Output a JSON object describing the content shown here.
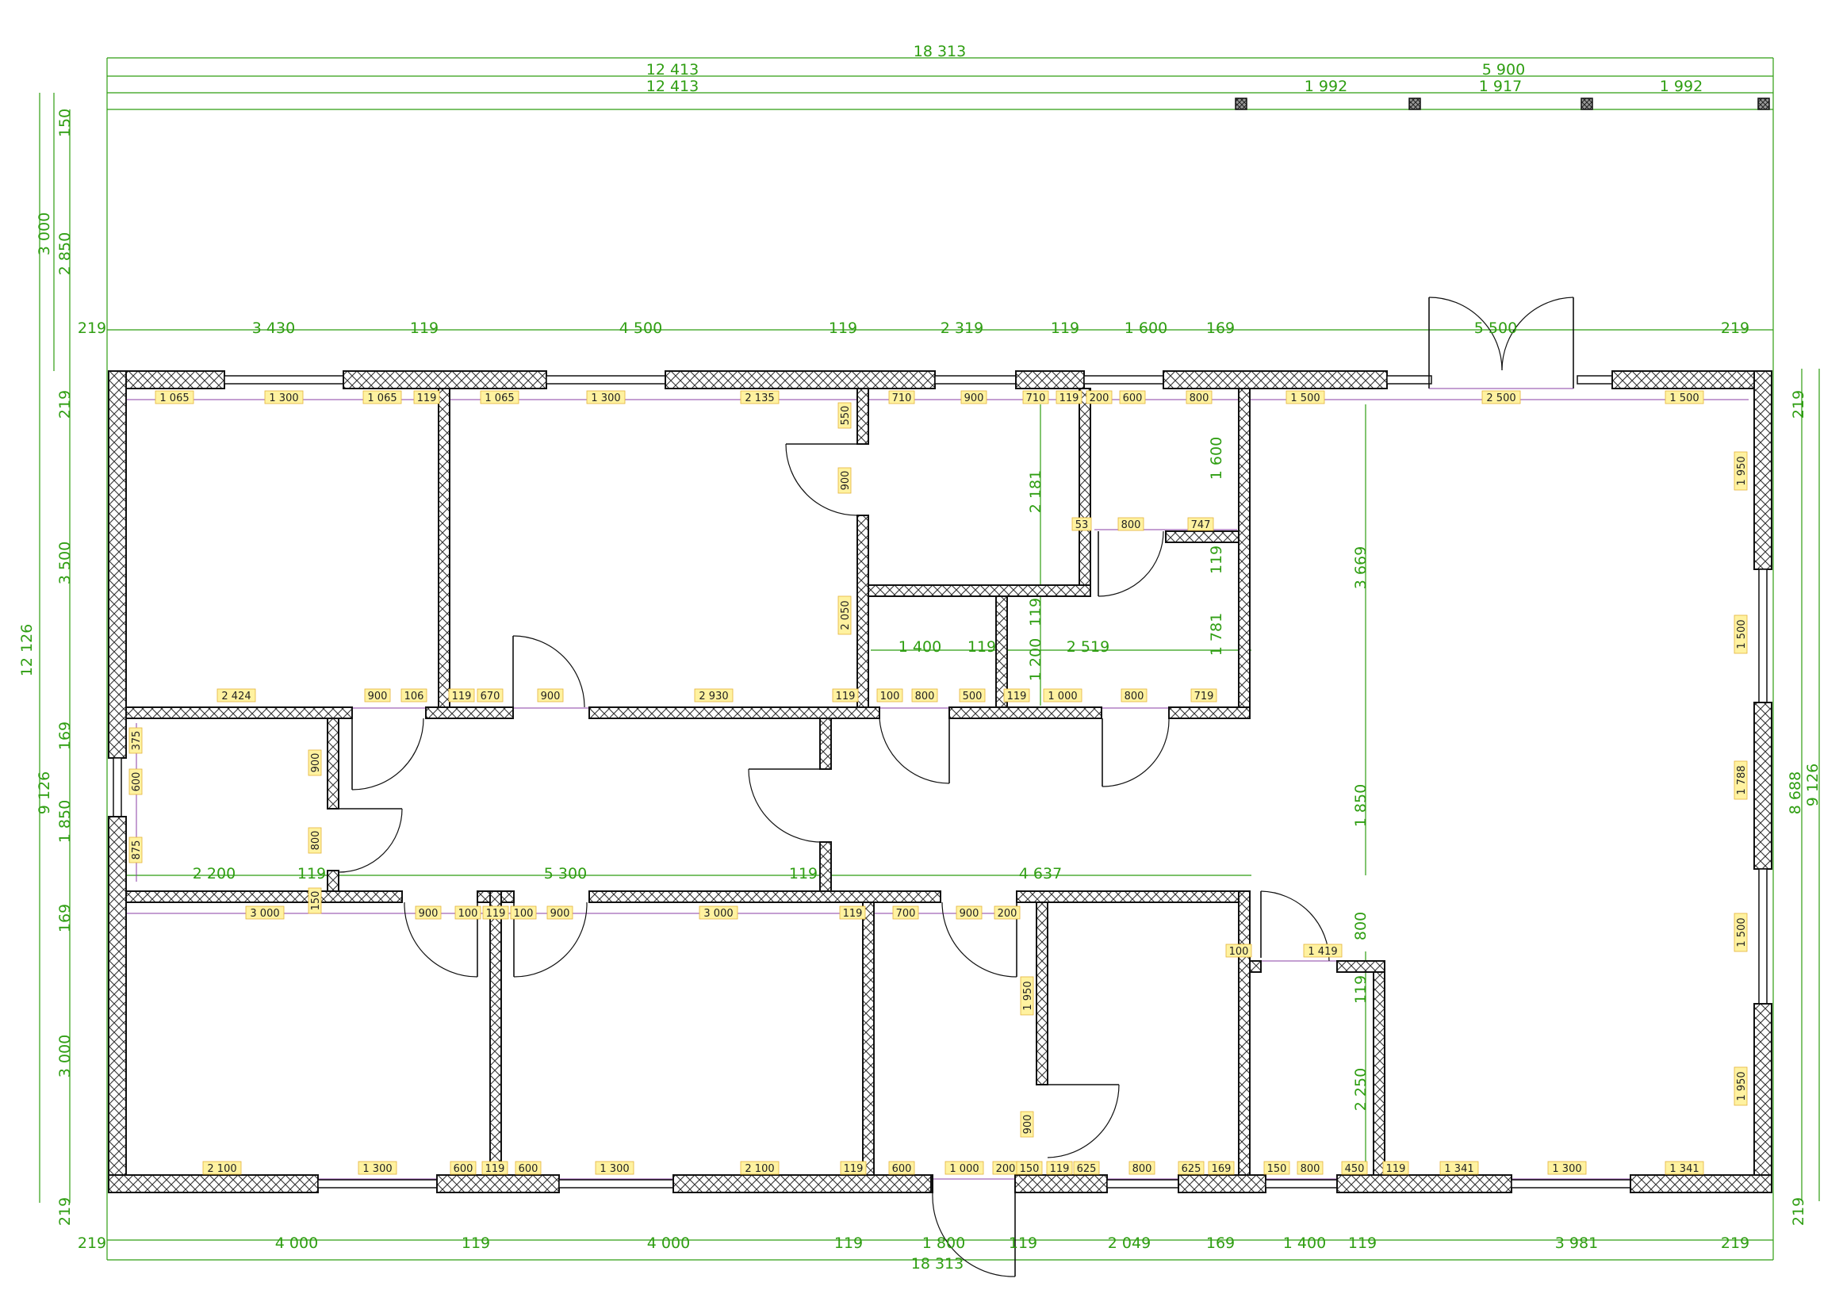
{
  "overall": {
    "total_width": "18 313",
    "total_depth": "12 126",
    "main_depth": "9 126",
    "right_depth_inner": "8 688",
    "house_width": "12 413",
    "terrace_width": "5 900",
    "terrace_posts": [
      "1 992",
      "1 917",
      "1 992"
    ],
    "terrace_offsets": [
      "150",
      "2 850",
      "3 000"
    ]
  },
  "top_segments": [
    "219",
    "3 430",
    "119",
    "4 500",
    "119",
    "2 319",
    "119",
    "1 600",
    "169",
    "5 500",
    "219"
  ],
  "top_openings": [
    "1 065",
    "1 300",
    "1 065",
    "119",
    "1 065",
    "1 300",
    "2 135",
    "710",
    "900",
    "710",
    "119",
    "200",
    "600",
    "800",
    "1 500",
    "2 500",
    "1 500"
  ],
  "bottom_segments": [
    "219",
    "4 000",
    "119",
    "4 000",
    "119",
    "1 800",
    "119",
    "2 049",
    "169",
    "1 400",
    "119",
    "3 981",
    "219"
  ],
  "bottom_openings": [
    "2 100",
    "1 300",
    "600",
    "119",
    "600",
    "1 300",
    "2 100",
    "119",
    "600",
    "1 000",
    "200",
    "150",
    "119",
    "625",
    "800",
    "625",
    "169",
    "150",
    "800",
    "450",
    "119",
    "1 341",
    "1 300",
    "1 341"
  ],
  "left_segments": [
    "219",
    "3 500",
    "169",
    "1 850",
    "169",
    "3 000",
    "219"
  ],
  "left_openings": [
    "375",
    "600",
    "875"
  ],
  "right_segments": [
    "219",
    "219"
  ],
  "right_openings": [
    "1 950",
    "1 500",
    "1 788",
    "1 500",
    "1 950"
  ],
  "corridor": {
    "dims_green": [
      "2 200",
      "119",
      "5 300",
      "119",
      "4 637"
    ],
    "upper_wall": [
      "2 424",
      "900",
      "106",
      "119",
      "670",
      "900",
      "2 930",
      "119",
      "100",
      "800",
      "500",
      "119",
      "1 000",
      "800",
      "719"
    ],
    "lower_wall": [
      "3 000",
      "150",
      "900",
      "100",
      "119",
      "100",
      "900",
      "3 000",
      "119",
      "700",
      "900",
      "200"
    ],
    "left_room": [
      "900",
      "800"
    ],
    "height": "1 850"
  },
  "interior": {
    "hall_depth": "3 669",
    "wc_depth": "1 600",
    "wc_wall": "119",
    "utility_depth": "1 781",
    "utility_widths": [
      "1 400",
      "119",
      "2 519"
    ],
    "room_depth_2181": "2 181",
    "dims_1200": [
      "119",
      "1 200"
    ],
    "door_left": [
      "550",
      "900",
      "2 050"
    ],
    "wc_row": [
      "53",
      "800",
      "747"
    ],
    "bath_right": [
      "100",
      "1 419"
    ],
    "bath_vertical": [
      "800",
      "119",
      "2 250"
    ],
    "bath_left": [
      "1 950",
      "900"
    ]
  }
}
